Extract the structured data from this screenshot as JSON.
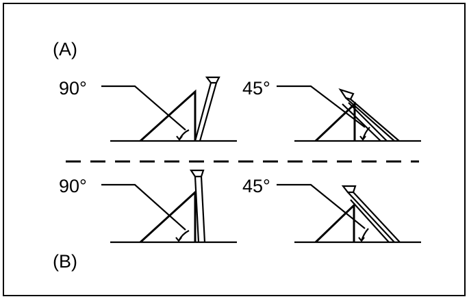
{
  "labels": {
    "section_a": "(A)",
    "section_b": "(B)",
    "a_left_angle": "90°",
    "a_right_angle": "45°",
    "b_left_angle": "90°",
    "b_right_angle": "45°"
  },
  "colors": {
    "line": "#000000",
    "background": "#ffffff"
  }
}
